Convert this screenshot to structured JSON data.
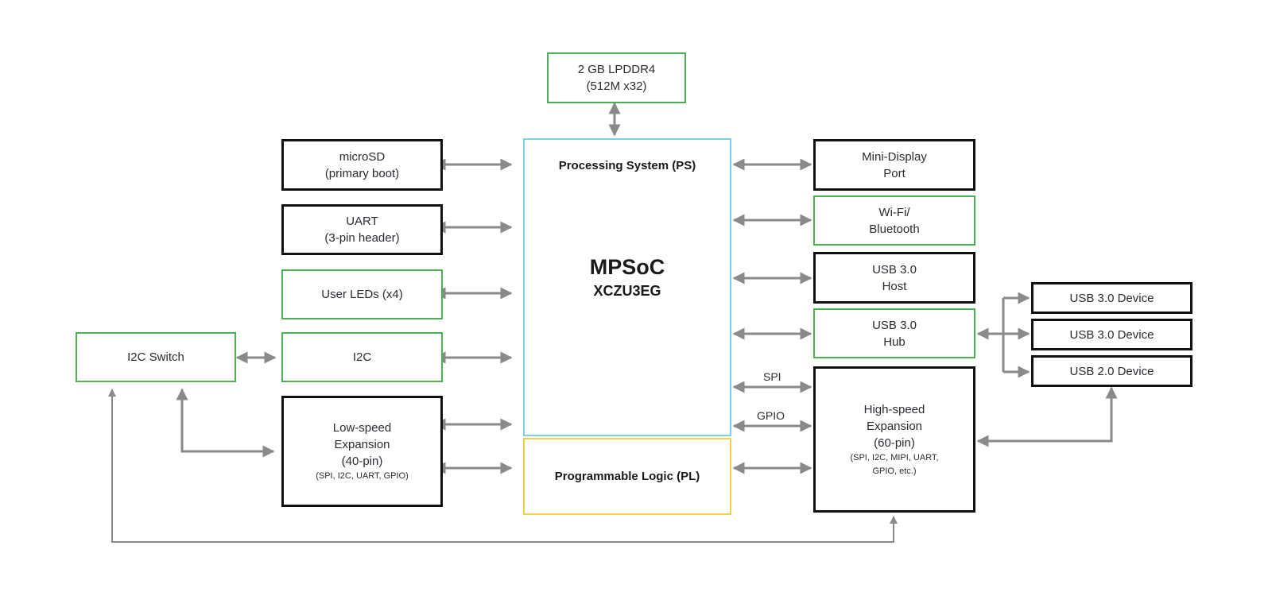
{
  "diagram": {
    "colors": {
      "connector": "#8a8a8a",
      "green_border": "#4caf50",
      "black_border": "#111111",
      "ps_border": "#7fd0e6",
      "pl_border": "#f2d24b"
    },
    "memory": {
      "line1": "2 GB LPDDR4",
      "line2": "(512M x32)"
    },
    "mpsoc": {
      "ps_title": "Processing System (PS)",
      "name": "MPSoC",
      "part": "XCZU3EG",
      "pl_title": "Programmable Logic (PL)"
    },
    "left": {
      "microsd": {
        "line1": "microSD",
        "line2": "(primary boot)"
      },
      "uart": {
        "line1": "UART",
        "line2": "(3-pin header)"
      },
      "leds": {
        "line1": "User LEDs (x4)"
      },
      "i2c": {
        "line1": "I2C"
      },
      "lowspeed": {
        "line1": "Low-speed",
        "line2": "Expansion",
        "line3": "(40-pin)",
        "line4": "(SPI, I2C, UART, GPIO)"
      },
      "i2c_switch": {
        "line1": "I2C Switch"
      }
    },
    "right": {
      "minidp": {
        "line1": "Mini-Display",
        "line2": "Port"
      },
      "wifi": {
        "line1": "Wi-Fi/",
        "line2": "Bluetooth"
      },
      "usbhost": {
        "line1": "USB 3.0",
        "line2": "Host"
      },
      "usbhub": {
        "line1": "USB 3.0",
        "line2": "Hub"
      },
      "highspeed": {
        "line1": "High-speed",
        "line2": "Expansion",
        "line3": "(60-pin)",
        "line4": "(SPI, I2C, MIPI, UART,",
        "line5": "GPIO, etc.)"
      },
      "dev1": {
        "line1": "USB 3.0 Device"
      },
      "dev2": {
        "line1": "USB 3.0 Device"
      },
      "dev3": {
        "line1": "USB 2.0 Device"
      }
    },
    "link_labels": {
      "spi": "SPI",
      "gpio": "GPIO"
    }
  }
}
